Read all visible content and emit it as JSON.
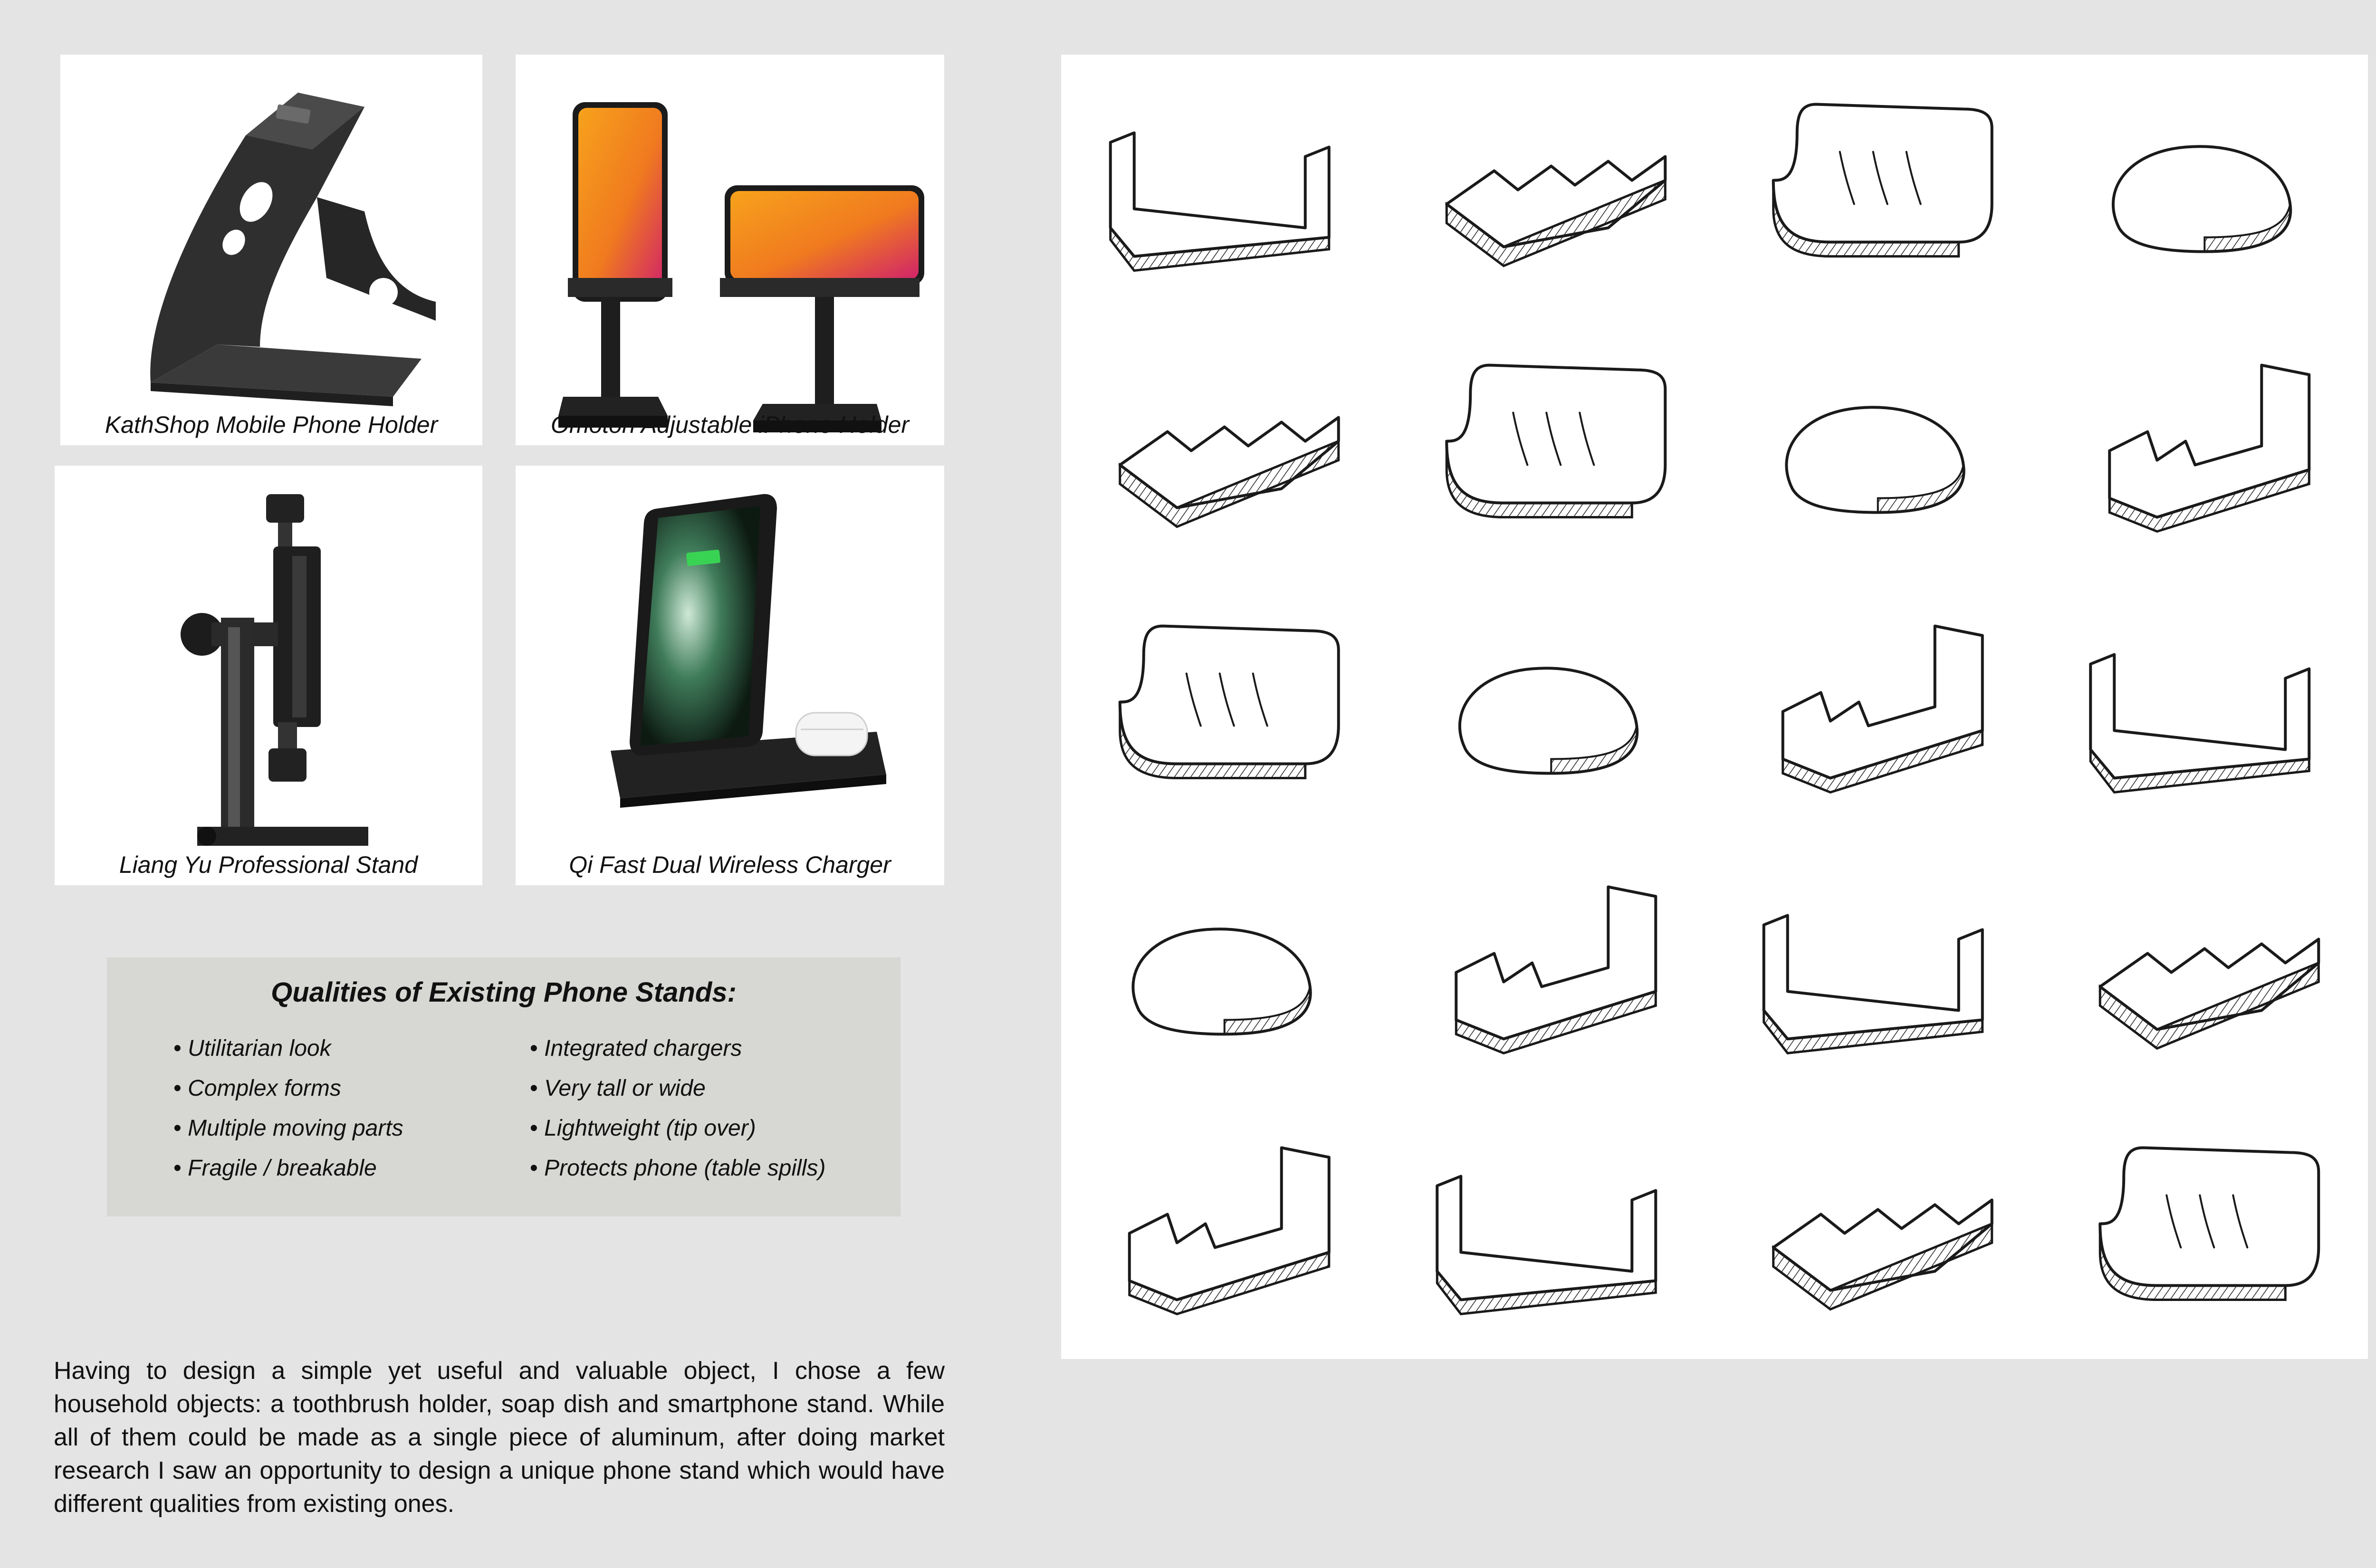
{
  "products": [
    {
      "caption": "KathShop Mobile Phone Holder",
      "icon": "aluminum-phone-stand-photo"
    },
    {
      "caption": "Omoton Adjustable iPhone Holder",
      "icon": "adjustable-phone-holder-photo"
    },
    {
      "caption": "Liang Yu Professional Stand",
      "icon": "tripod-phone-mount-photo"
    },
    {
      "caption": "Qi Fast Dual Wireless Charger",
      "icon": "wireless-charger-stand-photo"
    }
  ],
  "qualities": {
    "title": "Qualities of Existing Phone Stands:",
    "left": [
      "Utilitarian look",
      "Complex forms",
      "Multiple moving parts",
      "Fragile / breakable"
    ],
    "right": [
      "Integrated chargers",
      "Very tall or wide",
      "Lightweight (tip over)",
      "Protects phone (table spills)"
    ]
  },
  "description": "Having to design a simple yet useful and valuable object, I chose a few household objects: a toothbrush holder, soap dish and smartphone stand. While all of them could be made as a single piece of aluminum, after doing market research I saw an opportunity to design a unique phone stand which would have different qualities from existing ones.",
  "sketches": {
    "icon": "phone-stand-concept-sketches",
    "count": 20
  },
  "colors": {
    "background": "#e4e4e4",
    "card": "#ffffff",
    "qualities_box": "#d7d7d4",
    "stand_black": "#2b2b2b",
    "screen_orange": "#f07a1f",
    "screen_magenta": "#d0236a"
  }
}
